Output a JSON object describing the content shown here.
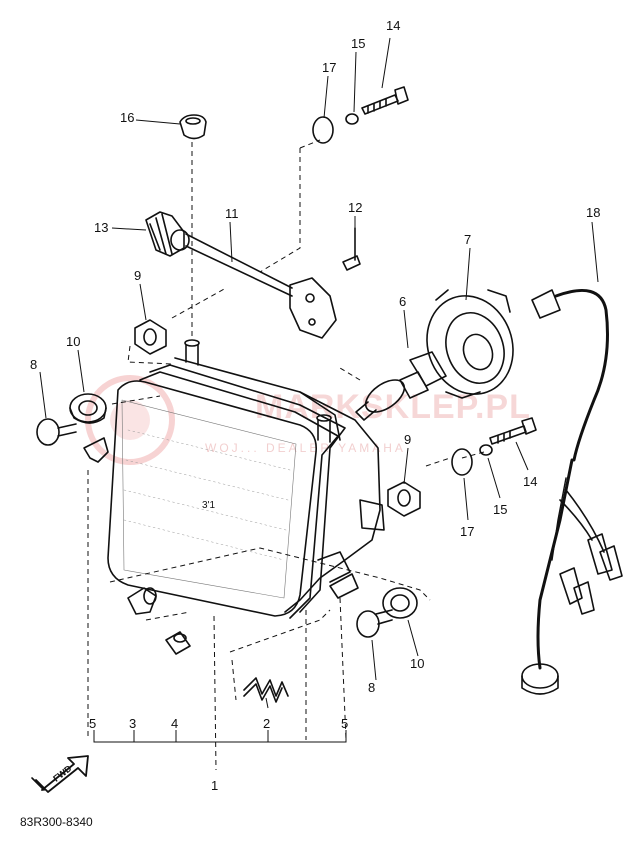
{
  "diagram": {
    "part_code": "83R300-8340",
    "direction_label": "FWD",
    "callouts": {
      "c1": "1",
      "c2": "2",
      "c3": "3",
      "c4": "4",
      "c5a": "5",
      "c5b": "5",
      "c6": "6",
      "c7": "7",
      "c8a": "8",
      "c8b": "8",
      "c9a": "9",
      "c9b": "9",
      "c10a": "10",
      "c10b": "10",
      "c11": "11",
      "c12": "12",
      "c13": "13",
      "c14a": "14",
      "c14b": "14",
      "c15a": "15",
      "c15b": "15",
      "c16": "16",
      "c17a": "17",
      "c17b": "17",
      "c18": "18"
    }
  },
  "watermark": {
    "title": "MARKSKLEP.PL",
    "subtitle": "WOJ... DEALER YAMAHA",
    "color": "#e88f8f"
  },
  "colors": {
    "ink": "#111111",
    "paper": "#ffffff"
  }
}
